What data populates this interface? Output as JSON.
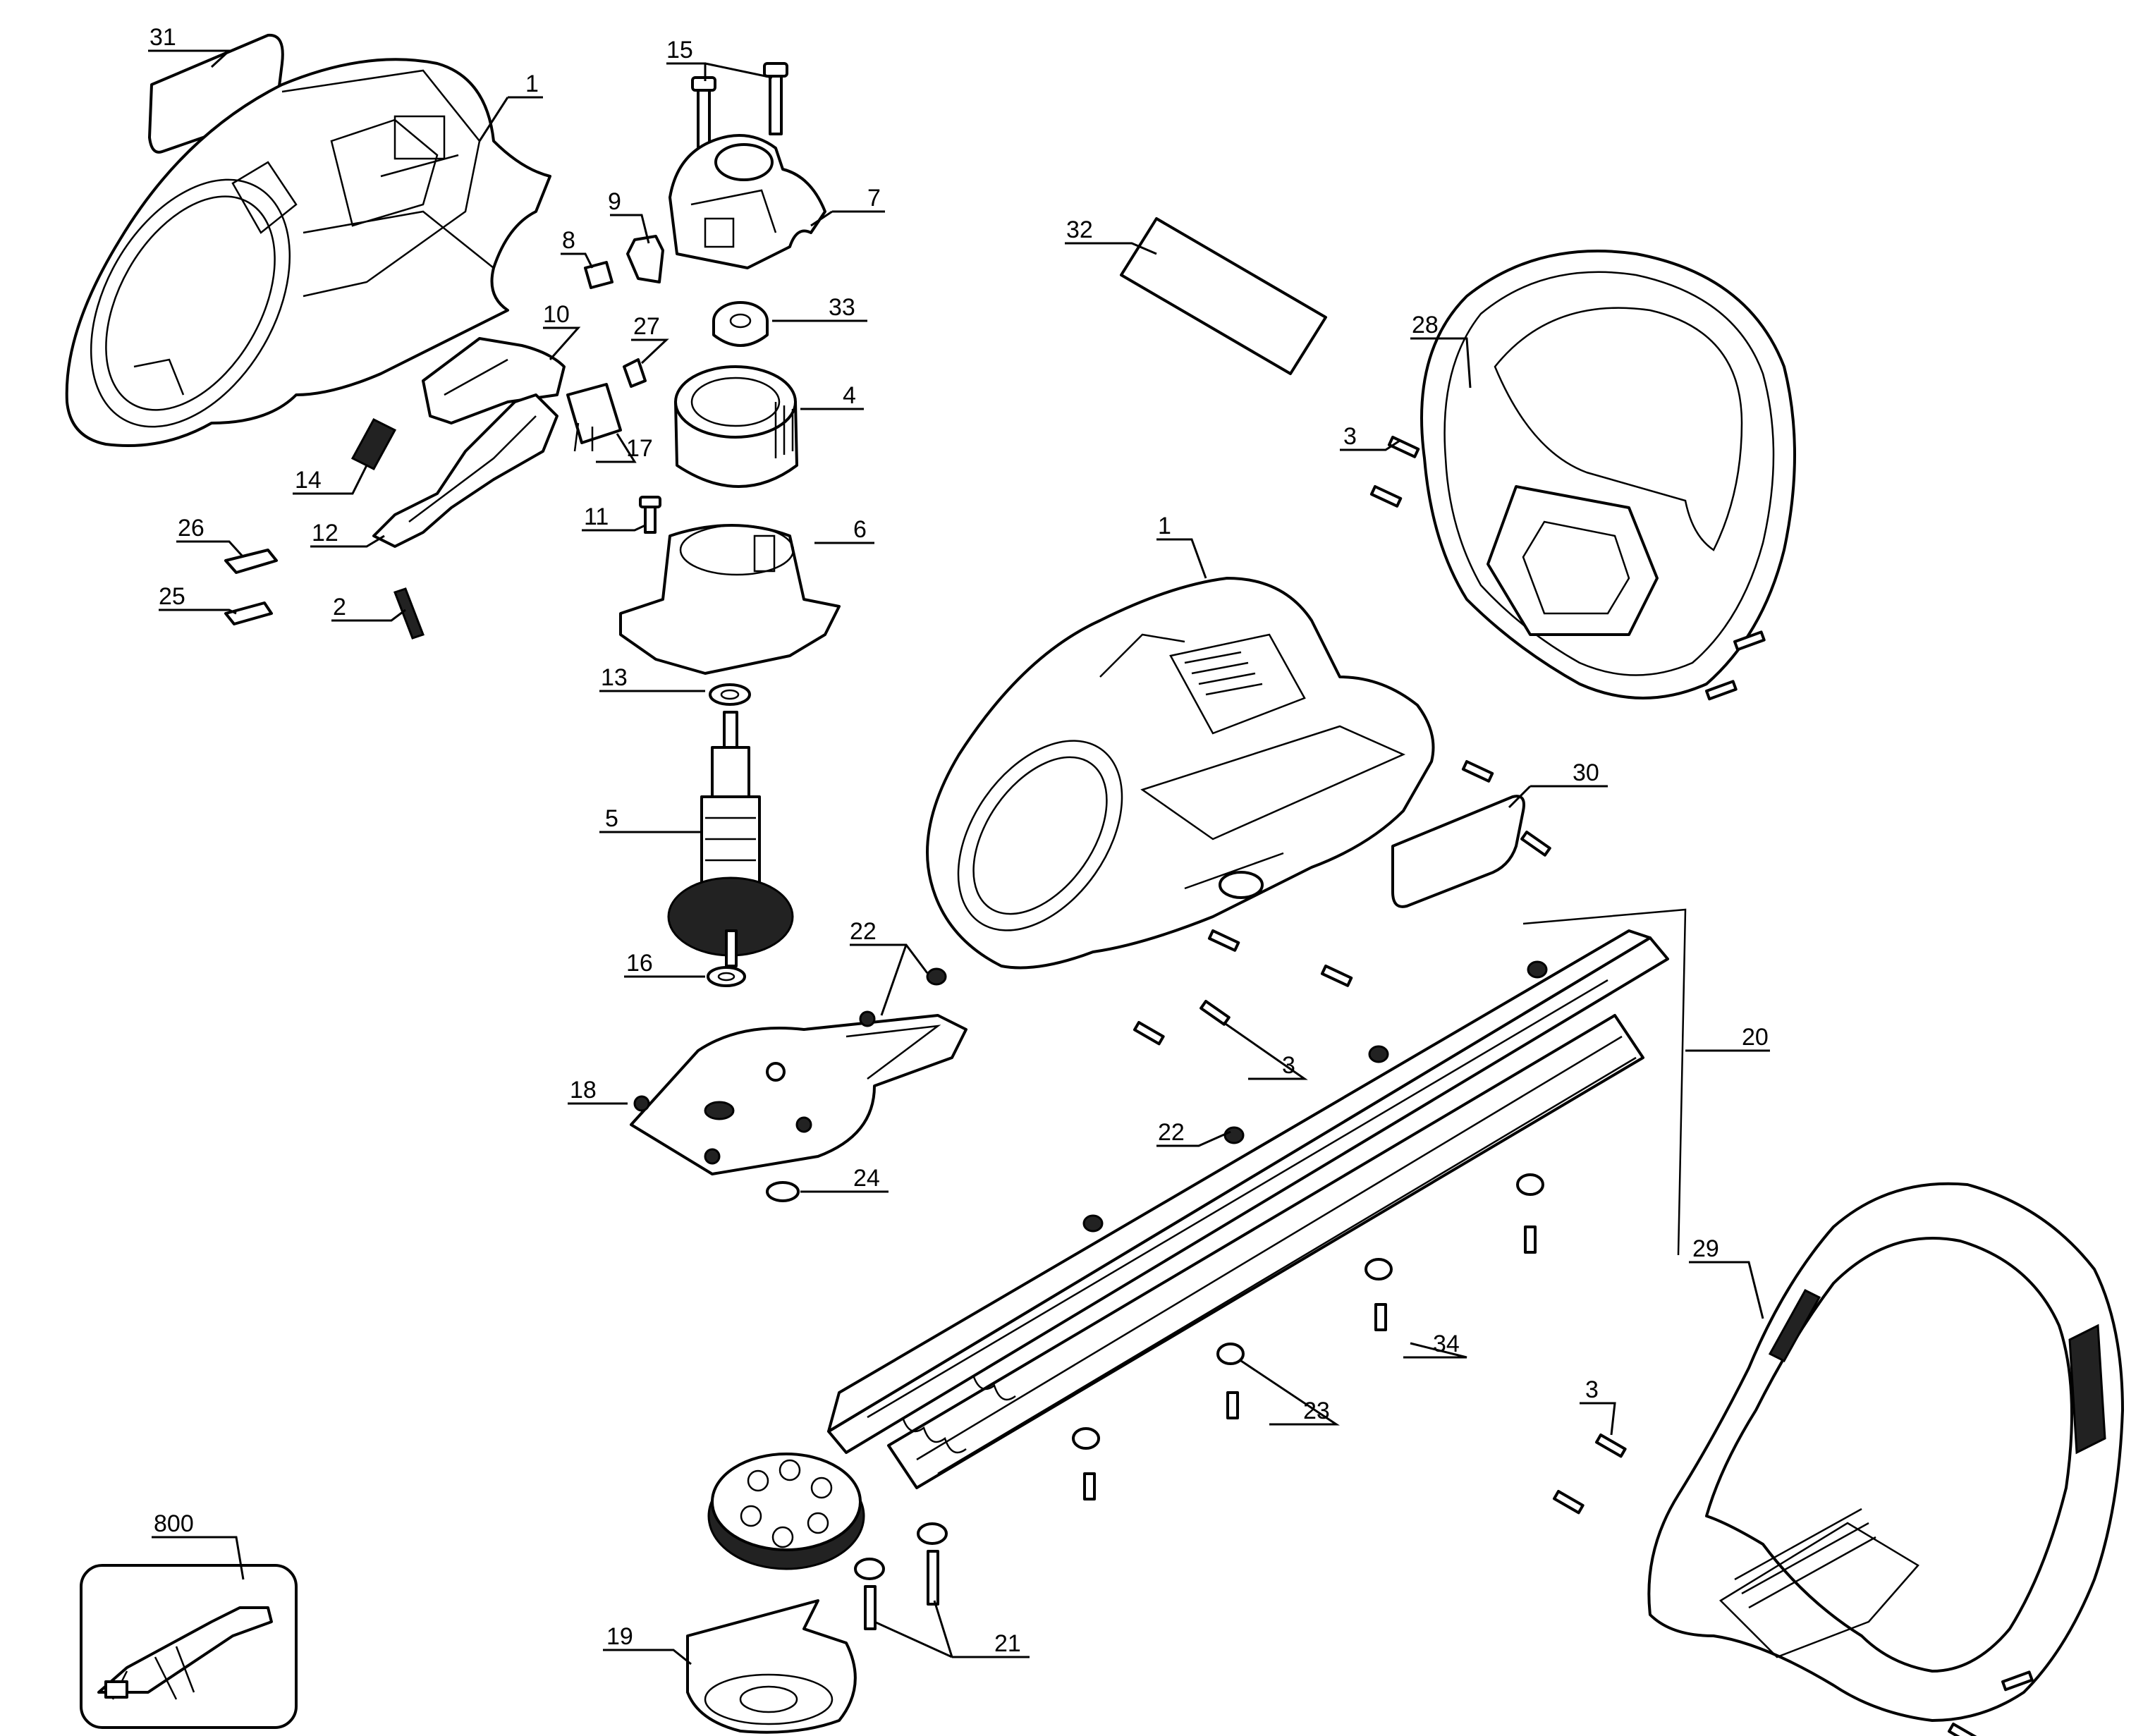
{
  "callouts": [
    {
      "id": "c31",
      "text": "31"
    },
    {
      "id": "c1a",
      "text": "1"
    },
    {
      "id": "c15",
      "text": "15"
    },
    {
      "id": "c7",
      "text": "7"
    },
    {
      "id": "c9",
      "text": "9"
    },
    {
      "id": "c8",
      "text": "8"
    },
    {
      "id": "c33",
      "text": "33"
    },
    {
      "id": "c10",
      "text": "10"
    },
    {
      "id": "c27",
      "text": "27"
    },
    {
      "id": "c4",
      "text": "4"
    },
    {
      "id": "c14",
      "text": "14"
    },
    {
      "id": "c17",
      "text": "17"
    },
    {
      "id": "c26",
      "text": "26"
    },
    {
      "id": "c12",
      "text": "12"
    },
    {
      "id": "c11",
      "text": "11"
    },
    {
      "id": "c6",
      "text": "6"
    },
    {
      "id": "c25",
      "text": "25"
    },
    {
      "id": "c2",
      "text": "2"
    },
    {
      "id": "c13",
      "text": "13"
    },
    {
      "id": "c5",
      "text": "5"
    },
    {
      "id": "c16",
      "text": "16"
    },
    {
      "id": "c22a",
      "text": "22"
    },
    {
      "id": "c18",
      "text": "18"
    },
    {
      "id": "c24",
      "text": "24"
    },
    {
      "id": "c32",
      "text": "32"
    },
    {
      "id": "c28",
      "text": "28"
    },
    {
      "id": "c3a",
      "text": "3"
    },
    {
      "id": "c1b",
      "text": "1"
    },
    {
      "id": "c30",
      "text": "30"
    },
    {
      "id": "c3b",
      "text": "3"
    },
    {
      "id": "c20",
      "text": "20"
    },
    {
      "id": "c22b",
      "text": "22"
    },
    {
      "id": "c29",
      "text": "29"
    },
    {
      "id": "c34",
      "text": "34"
    },
    {
      "id": "c23",
      "text": "23"
    },
    {
      "id": "c3c",
      "text": "3"
    },
    {
      "id": "c800",
      "text": "800"
    },
    {
      "id": "c19",
      "text": "19"
    },
    {
      "id": "c21",
      "text": "21"
    }
  ]
}
